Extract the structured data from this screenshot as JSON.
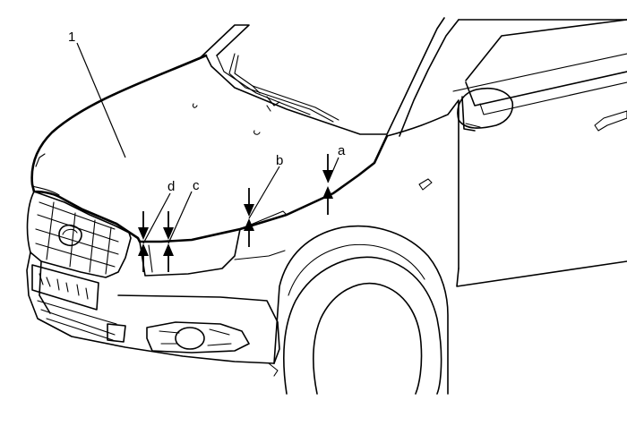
{
  "callouts": {
    "part_1": "1",
    "a": "a",
    "b": "b",
    "c": "c",
    "d": "d"
  }
}
